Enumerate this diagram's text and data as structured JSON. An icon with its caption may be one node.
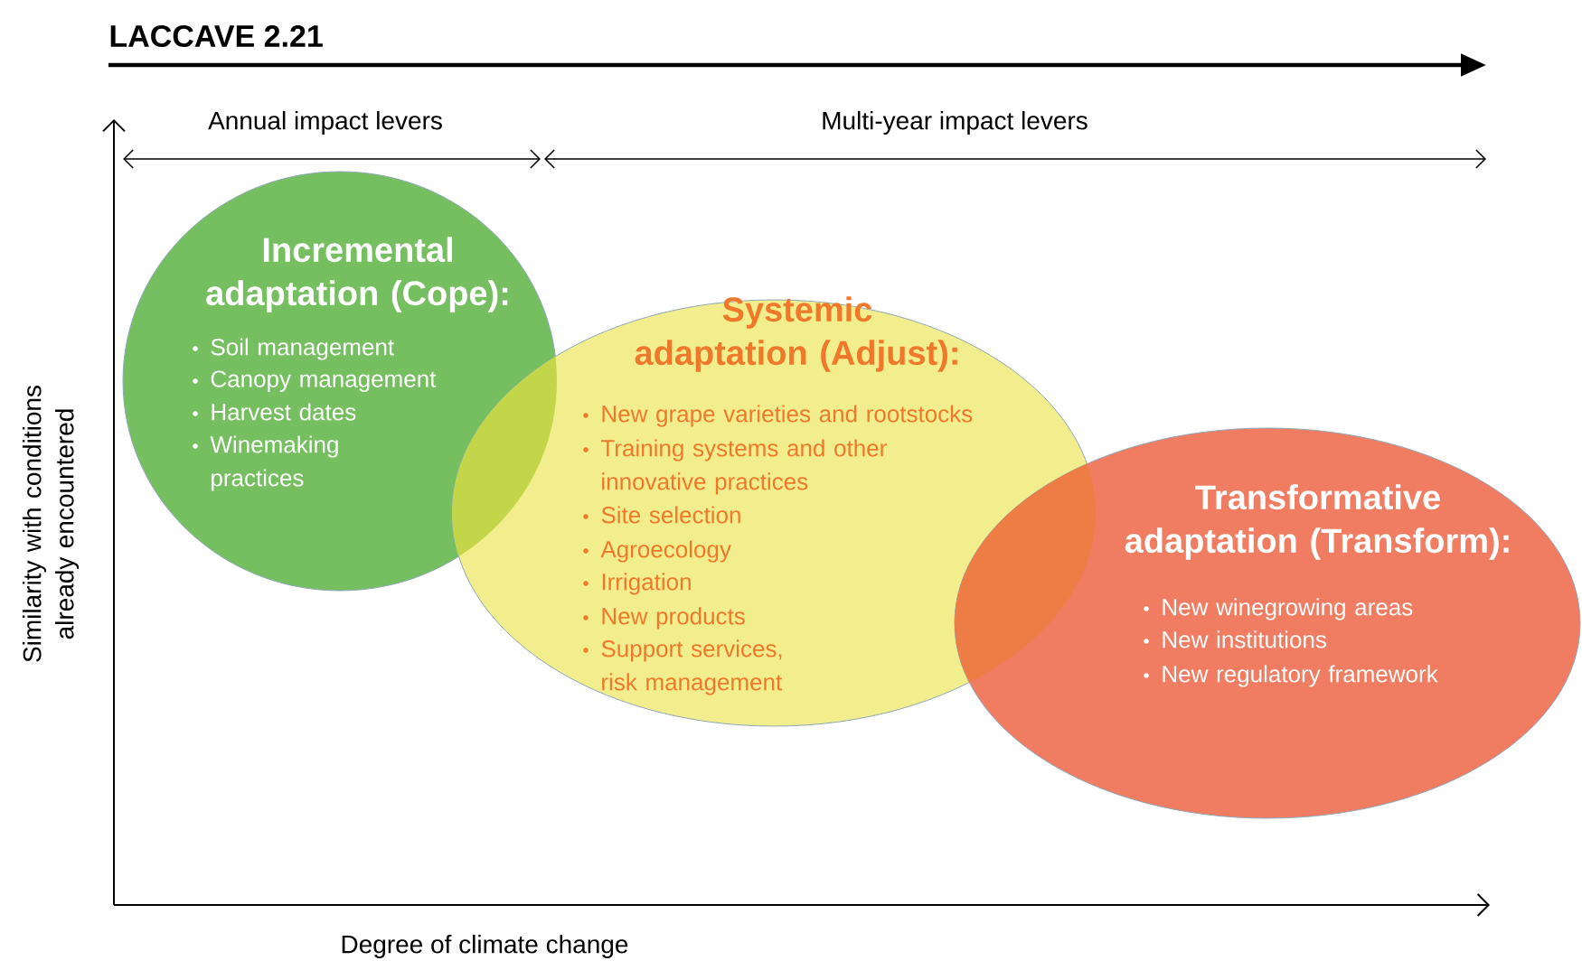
{
  "diagram": {
    "title": "LACCAVE 2.21",
    "nodes": [
      {
        "text": [
          "Incremental adaptation (Cope):",
          "Soil management",
          "Canopy management",
          "Harvest dates",
          "Winemaking practices"
        ]
      },
      {
        "text": [
          "Systemic adaptation (Adjust):",
          "New grape varieties and rootstocks",
          "Training systems and other innovative practices",
          "Site selection",
          "Agroecology",
          "Irrigation",
          "New products",
          "Support services, risk management"
        ]
      },
      {
        "text": [
          "Transformative adaptation (Transform):",
          "New winegrowing areas",
          "New institutions",
          "New regulatory framework"
        ]
      }
    ],
    "labels": [
      "Annual impact levers",
      "Multi-year impact levers",
      "Similarity with conditions already encountered",
      "Degree of climate change"
    ]
  }
}
